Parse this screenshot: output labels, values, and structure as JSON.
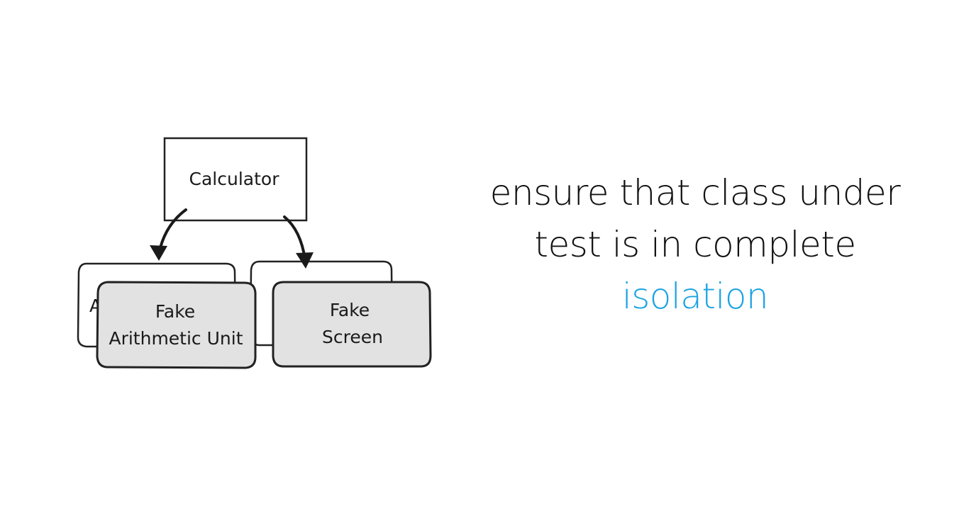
{
  "diagram": {
    "calculator_label": "Calculator",
    "hidden_left_fragment": "A",
    "fake_arithmetic": {
      "line1": "Fake",
      "line2": "Arithmetic Unit"
    },
    "fake_screen": {
      "line1": "Fake",
      "line2": "Screen"
    },
    "colors": {
      "box_stroke": "#222222",
      "fake_fill": "#e2e2e2",
      "back_fill": "#ffffff"
    }
  },
  "caption": {
    "line1": "ensure that class under",
    "line2": "test is in complete",
    "line3": "isolation",
    "accent_color": "#1aa3e3"
  }
}
